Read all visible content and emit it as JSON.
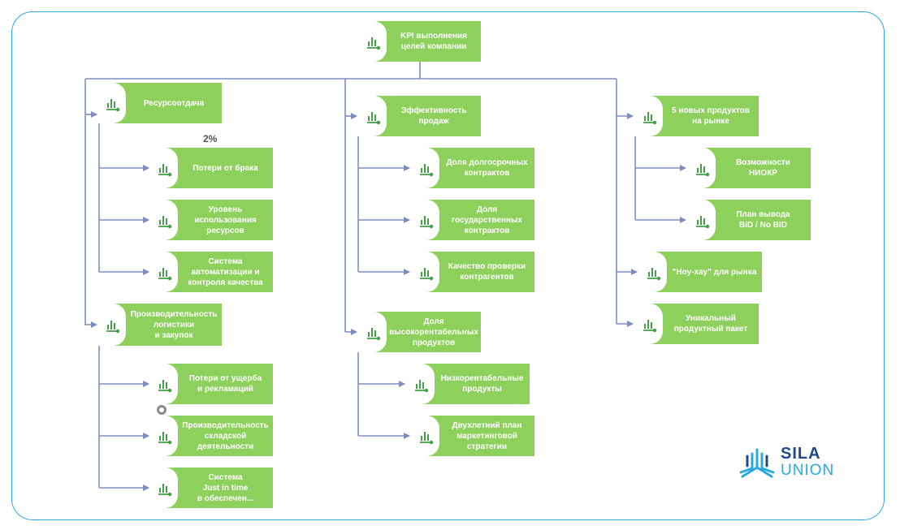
{
  "nodes": [
    {
      "id": "root",
      "label": "KPI выполнения\nцелей компании"
    },
    {
      "id": "resursootdacha",
      "label": "Ресурсоотдача"
    },
    {
      "id": "poteri_braka",
      "label": "Потери от брака"
    },
    {
      "id": "uroven_resursov",
      "label": "Уровень\nиспользования\nресурсов"
    },
    {
      "id": "sistema_avtomatizacii",
      "label": "Система\nавтоматизации и\nконтроля качества"
    },
    {
      "id": "proizv_logistiki",
      "label": "Производительность\nлогистики\nи закупок"
    },
    {
      "id": "poteri_usherba",
      "label": "Потери от ущерба\nи рекламаций"
    },
    {
      "id": "proizv_sklad",
      "label": "Производительность\nскладской\nдеятельности"
    },
    {
      "id": "jit",
      "label": "Система\nJust in time\nв обеспечен..."
    },
    {
      "id": "effektivnost",
      "label": "Эффективность\nпродаж"
    },
    {
      "id": "dolgosrochnye",
      "label": "Доля долгосрочных\nконтрактов"
    },
    {
      "id": "gos_kontrakty",
      "label": "Доля\nгосударственных\nконтрактов"
    },
    {
      "id": "kontragenty",
      "label": "Качество проверки\nконтрагентов"
    },
    {
      "id": "vysokorent",
      "label": "Доля\nвысокорентабельных\nпродуктов"
    },
    {
      "id": "nizkorent",
      "label": "Низкорентабельные\nпродукты"
    },
    {
      "id": "marketing",
      "label": "Двухлетний план\nмаркетинговой\nстратегии"
    },
    {
      "id": "novye_produkty",
      "label": "5 новых продуктов\nна рынке"
    },
    {
      "id": "niokr",
      "label": "Возможности\nНИОКР"
    },
    {
      "id": "bid",
      "label": "План вывода\nBiD / No BID"
    },
    {
      "id": "nouhau",
      "label": "\"Ноу-хау\" для рынка"
    },
    {
      "id": "paket",
      "label": "Уникальный\nпродуктный пакет"
    }
  ],
  "annotations": {
    "percent": "2%"
  },
  "logo": {
    "line1": "SILA",
    "line2": "UNION"
  },
  "colors": {
    "node": "#8dd05c",
    "connector": "#7d8fc0",
    "frame": "#29a9e0",
    "logo_dark": "#1d4a8a",
    "logo_light": "#29a9e0"
  }
}
